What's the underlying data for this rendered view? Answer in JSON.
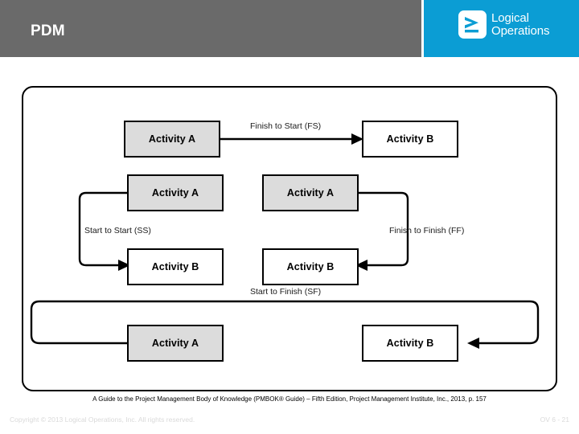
{
  "header": {
    "title": "PDM",
    "bar_color": "#6a6a6a",
    "logo_panel_color": "#0b9dd4",
    "logo": {
      "mark_icon": "logical-operations-chevron-icon",
      "wordmark_line1": "Logical",
      "wordmark_line2": "Operations"
    }
  },
  "diagram": {
    "relationships": [
      {
        "id": "fs",
        "label": "Finish to Start (FS)",
        "predecessor": "Activity A",
        "successor": "Activity B"
      },
      {
        "id": "ss",
        "label": "Start to Start (SS)",
        "predecessor": "Activity A",
        "successor": "Activity B"
      },
      {
        "id": "ff",
        "label": "Finish to Finish (FF)",
        "predecessor": "Activity A",
        "successor": "Activity B"
      },
      {
        "id": "sf",
        "label": "Start to Finish (SF)",
        "predecessor": "Activity A",
        "successor": "Activity B"
      }
    ],
    "boxes": {
      "fs_a": "Activity A",
      "fs_b": "Activity B",
      "ss_a": "Activity A",
      "ss_b": "Activity B",
      "ff_a": "Activity A",
      "ff_b": "Activity B",
      "sf_a": "Activity A",
      "sf_b": "Activity B"
    },
    "colors": {
      "predecessor_fill": "#dcdcdc",
      "successor_fill": "#ffffff",
      "stroke": "#000000"
    }
  },
  "footer": {
    "citation": "A Guide to the Project Management Body of Knowledge (PMBOK® Guide) – Fifth Edition, Project Management Institute, Inc., 2013, p. 157",
    "copyright": "Copyright © 2013 Logical Operations, Inc. All rights reserved.",
    "page_code": "OV 6 - 21"
  }
}
